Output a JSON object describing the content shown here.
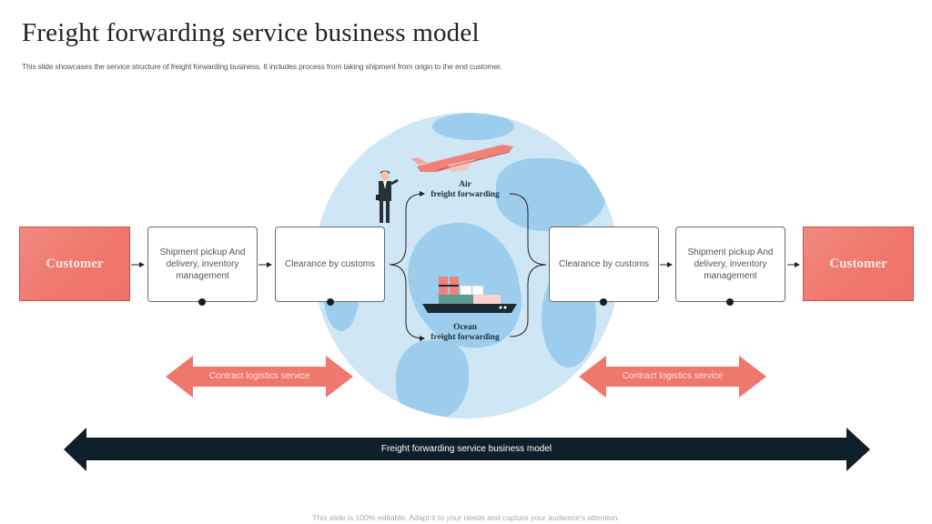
{
  "header": {
    "title": "Freight forwarding service business model",
    "subtitle": "This slide showcases the service structure of freight forwarding business. It includes process from taking shipment from origin to the end customer."
  },
  "flow": {
    "left_customer": "Customer",
    "left_pickup": "Shipment pickup And delivery, inventory management",
    "left_customs": "Clearance  by customs",
    "right_customs": "Clearance  by customs",
    "right_pickup": "Shipment pickup And delivery, inventory management",
    "right_customer": "Customer"
  },
  "modes": {
    "air_line1": "Air",
    "air_line2": "freight forwarding",
    "ocean_line1": "Ocean",
    "ocean_line2": "freight forwarding"
  },
  "arrows": {
    "left_contract": "Contract  logistics service",
    "right_contract": "Contract  logistics service",
    "model": "Freight forwarding  service business model"
  },
  "footer": "This slide is 100% editable. Adapt it to your needs and capture your audience's attention.",
  "colors": {
    "accent": "#f0776c",
    "dark": "#0f1f2a",
    "globe": "#cfe6f4",
    "land": "#9dcdec"
  }
}
